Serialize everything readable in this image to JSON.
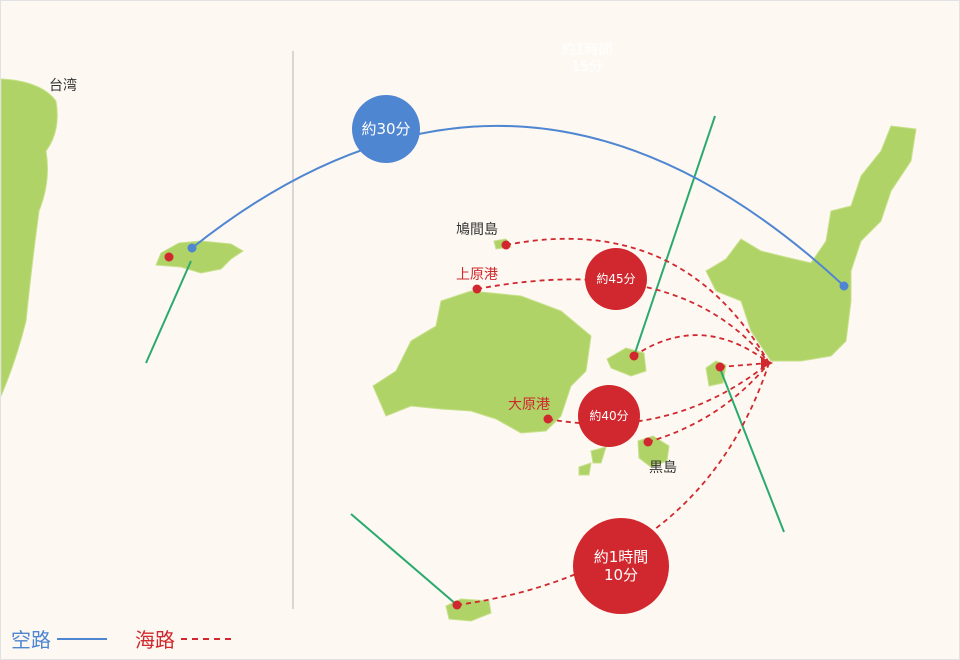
{
  "labels": {
    "taiwan": "台湾",
    "hatoma": "鳩間島",
    "uehara": "上原港",
    "ohara": "大原港",
    "kuroshima": "黒島"
  },
  "bubbles": {
    "air": "約30分",
    "sea45": "約45分",
    "sea40": "約40分",
    "sea110_l1": "約1時間",
    "sea110_l2": "10分",
    "hidden_l1": "約1時間",
    "hidden_l2": "15分"
  },
  "legend": {
    "air": "空路",
    "sea": "海路"
  },
  "colors": {
    "air": "#4f86d1",
    "sea": "#d0282e",
    "land": "#a9cf5b",
    "line": "#2aaa6e"
  }
}
